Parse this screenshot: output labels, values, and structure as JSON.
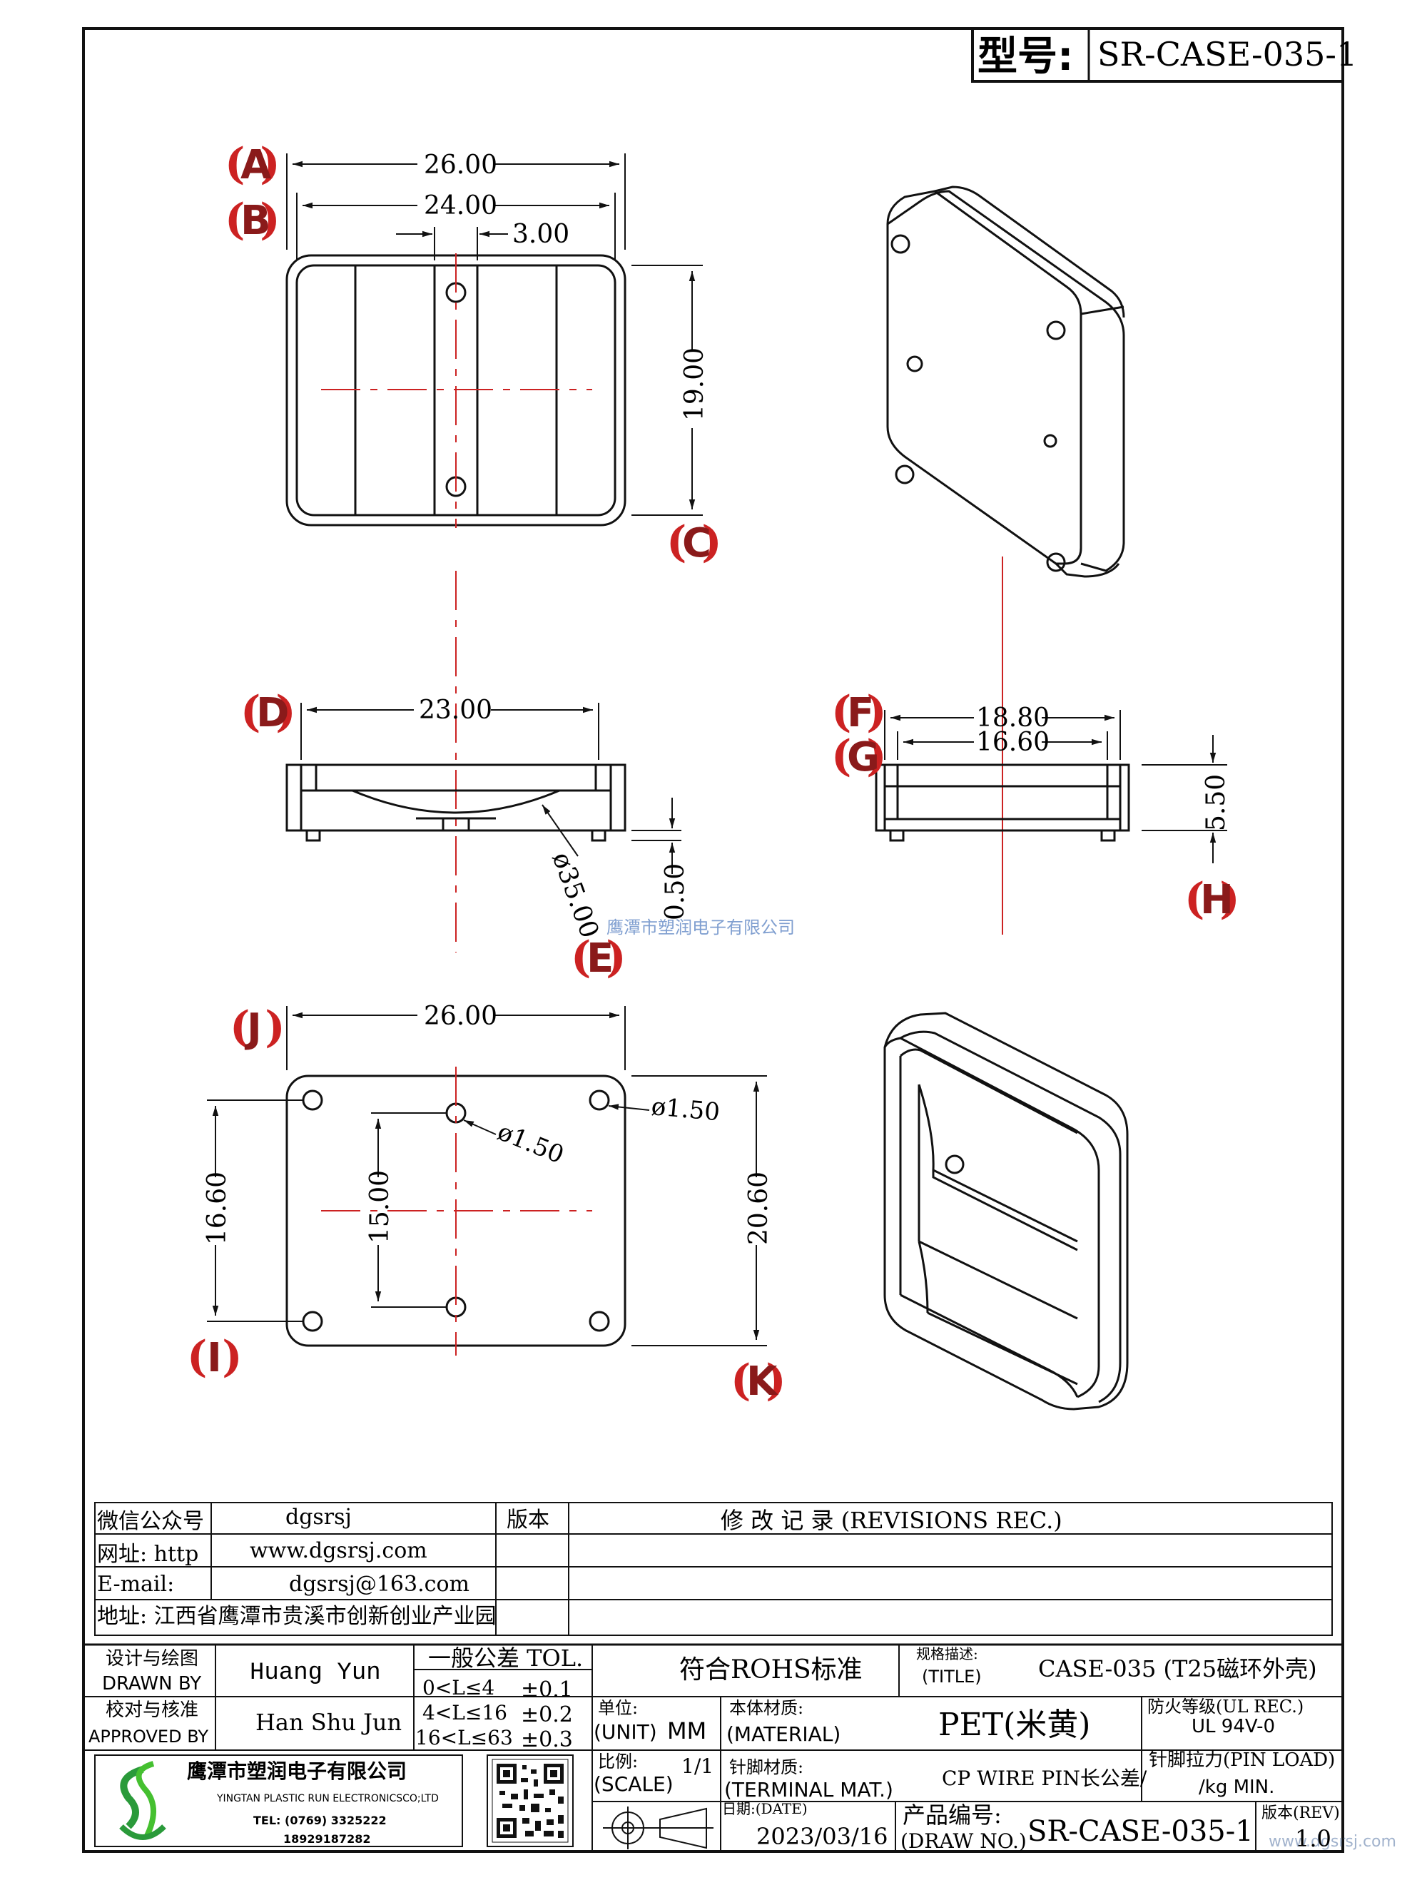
{
  "title_block": {
    "model_label": "型号:",
    "model_value": "SR-CASE-035-1"
  },
  "labels": {
    "A": "A",
    "B": "B",
    "C": "C",
    "D": "D",
    "E": "E",
    "F": "F",
    "G": "G",
    "H": "H",
    "I": "I",
    "J": "J",
    "K": "K"
  },
  "dims": {
    "a": "26.00",
    "b": "24.00",
    "b2": "3.00",
    "c": "19.00",
    "d": "23.00",
    "e": "ø35.00",
    "e2": "0.50",
    "f": "18.80",
    "g": "16.60",
    "h": "5.50",
    "j": "26.00",
    "i": "16.60",
    "k": "20.60",
    "inner15": "15.00",
    "hole_center": "ø1.50",
    "hole_corner": "ø1.50"
  },
  "watermark": "鹰潭市塑润电子有限公司",
  "watermark_corner": "www.dgsrsj.com",
  "info_table": {
    "rows": [
      {
        "label": "微信公众号",
        "value": "dgsrsj"
      },
      {
        "label": "网址: http",
        "value": "www.dgsrsj.com"
      },
      {
        "label": "E-mail:",
        "value": "dgsrsj@163.com"
      },
      {
        "label": "地址: 江西省鹰潭市贵溪市创新创业产业园",
        "value": ""
      }
    ],
    "version_header": "版本",
    "revisions_header": "修 改 记 录 (REVISIONS REC.)"
  },
  "title_table": {
    "design_cn": "设计与绘图",
    "design_en": "DRAWN BY",
    "designer": "Huang Yun",
    "check_cn": "校对与核准",
    "check_en": "APPROVED BY",
    "checker": "Han Shu Jun",
    "tol_header": "一般公差 TOL.",
    "tol_rows": [
      {
        "range": "0<L≤4",
        "tol": "±0.1"
      },
      {
        "range": "4<L≤16",
        "tol": "±0.2"
      },
      {
        "range": "16<L≤63",
        "tol": "±0.3"
      }
    ],
    "rohs": "符合ROHS标准",
    "title_cn": "规格描述:",
    "title_en": "(TITLE)",
    "title_value": "CASE-035 (T25磁环外壳)",
    "unit_cn": "单位:",
    "unit_en": "(UNIT)",
    "unit_value": "MM",
    "material_cn": "本体材质:",
    "material_en": "(MATERIAL)",
    "material_value": "PET(米黄)",
    "ul_cn": "防火等级(UL REC.)",
    "ul_value": "UL 94V-0",
    "scale_cn": "比例:",
    "scale_en": "(SCALE)",
    "scale_value": "1/1",
    "terminal_cn": "针脚材质:",
    "terminal_en": "(TERMINAL MAT.)",
    "terminal_value": "CP WIRE  PIN长公差/",
    "pinload_cn": "针脚拉力(PIN LOAD)",
    "pinload_value": "/kg MIN.",
    "date_label": "日期:(DATE)",
    "date_value": "2023/03/16",
    "drawno_cn": "产品编号:",
    "drawno_en": "(DRAW NO.)",
    "drawno_value": "SR-CASE-035-1",
    "rev_label": "版本(REV)",
    "rev_value": "1.0"
  },
  "company": {
    "name_cn": "鹰潭市塑润电子有限公司",
    "name_en": "YINGTAN PLASTIC RUN ELECTRONICSCO;LTD",
    "tel": "TEL: (0769) 3325222",
    "phone": "18929187282"
  }
}
